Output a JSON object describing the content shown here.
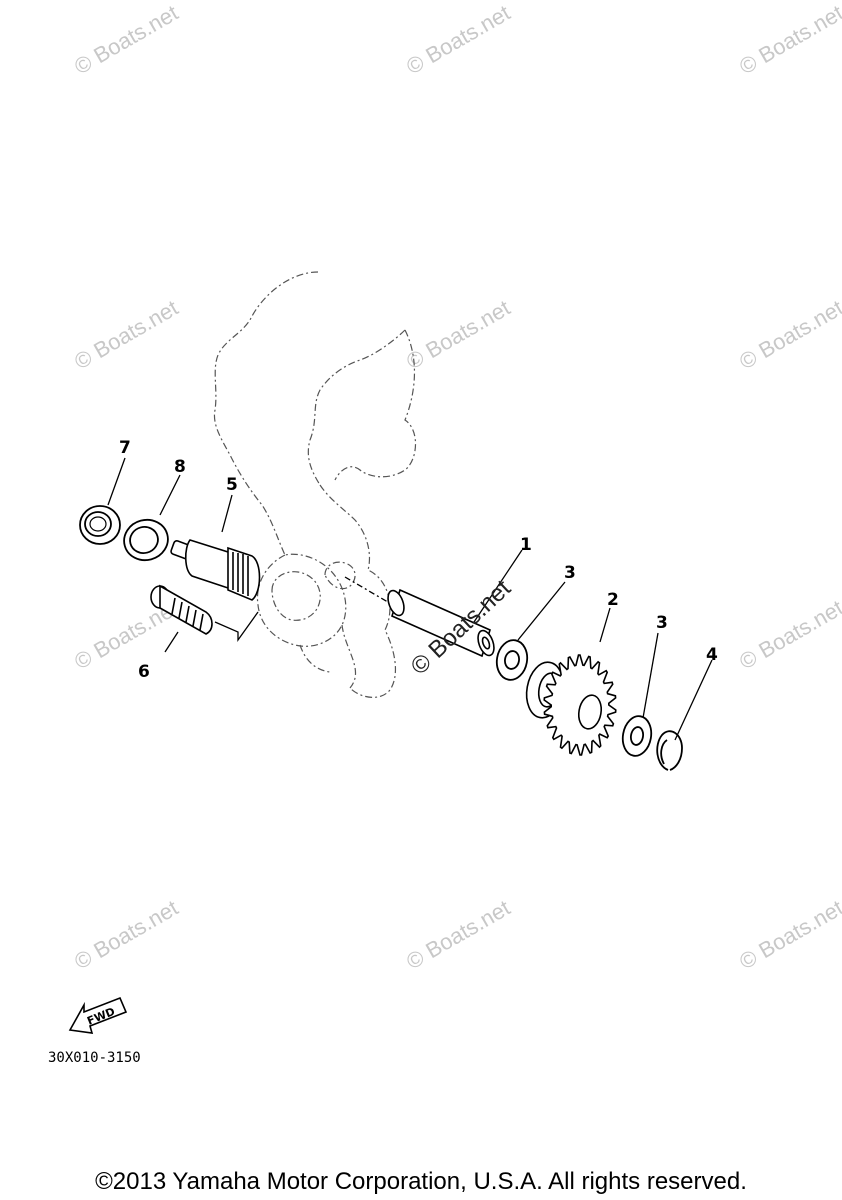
{
  "watermark": "© Boats.net",
  "callouts": {
    "c1": "1",
    "c2": "2",
    "c3a": "3",
    "c3b": "3",
    "c4": "4",
    "c5": "5",
    "c6": "6",
    "c7": "7",
    "c8": "8"
  },
  "diagram_code": "30X010-3150",
  "fwd_label": "FWD",
  "copyright": "©2013 Yamaha Motor Corporation, U.S.A. All rights reserved."
}
